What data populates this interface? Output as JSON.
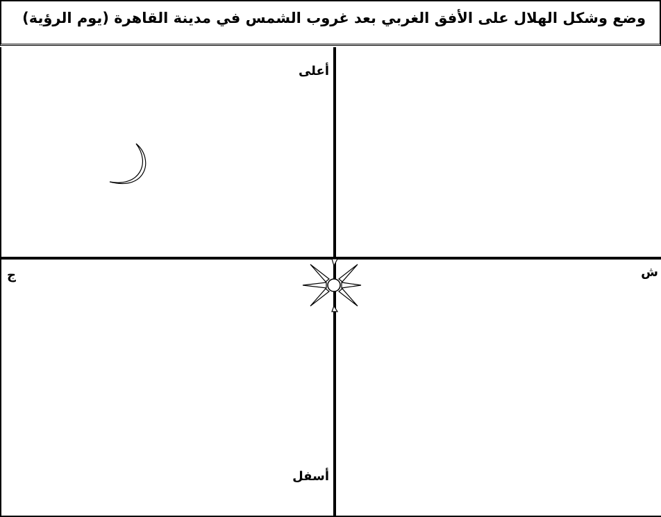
{
  "title": "وضع وشكل الهلال على الأفق الغربي بعد غروب الشمس في مدينة القاهرة (يوم الرؤية)",
  "labels": {
    "top": "أعلى",
    "bottom": "أسفل",
    "south": "ج",
    "north": "ش"
  },
  "icons": {
    "moon": "crescent-moon-icon",
    "sun": "sun-icon"
  }
}
